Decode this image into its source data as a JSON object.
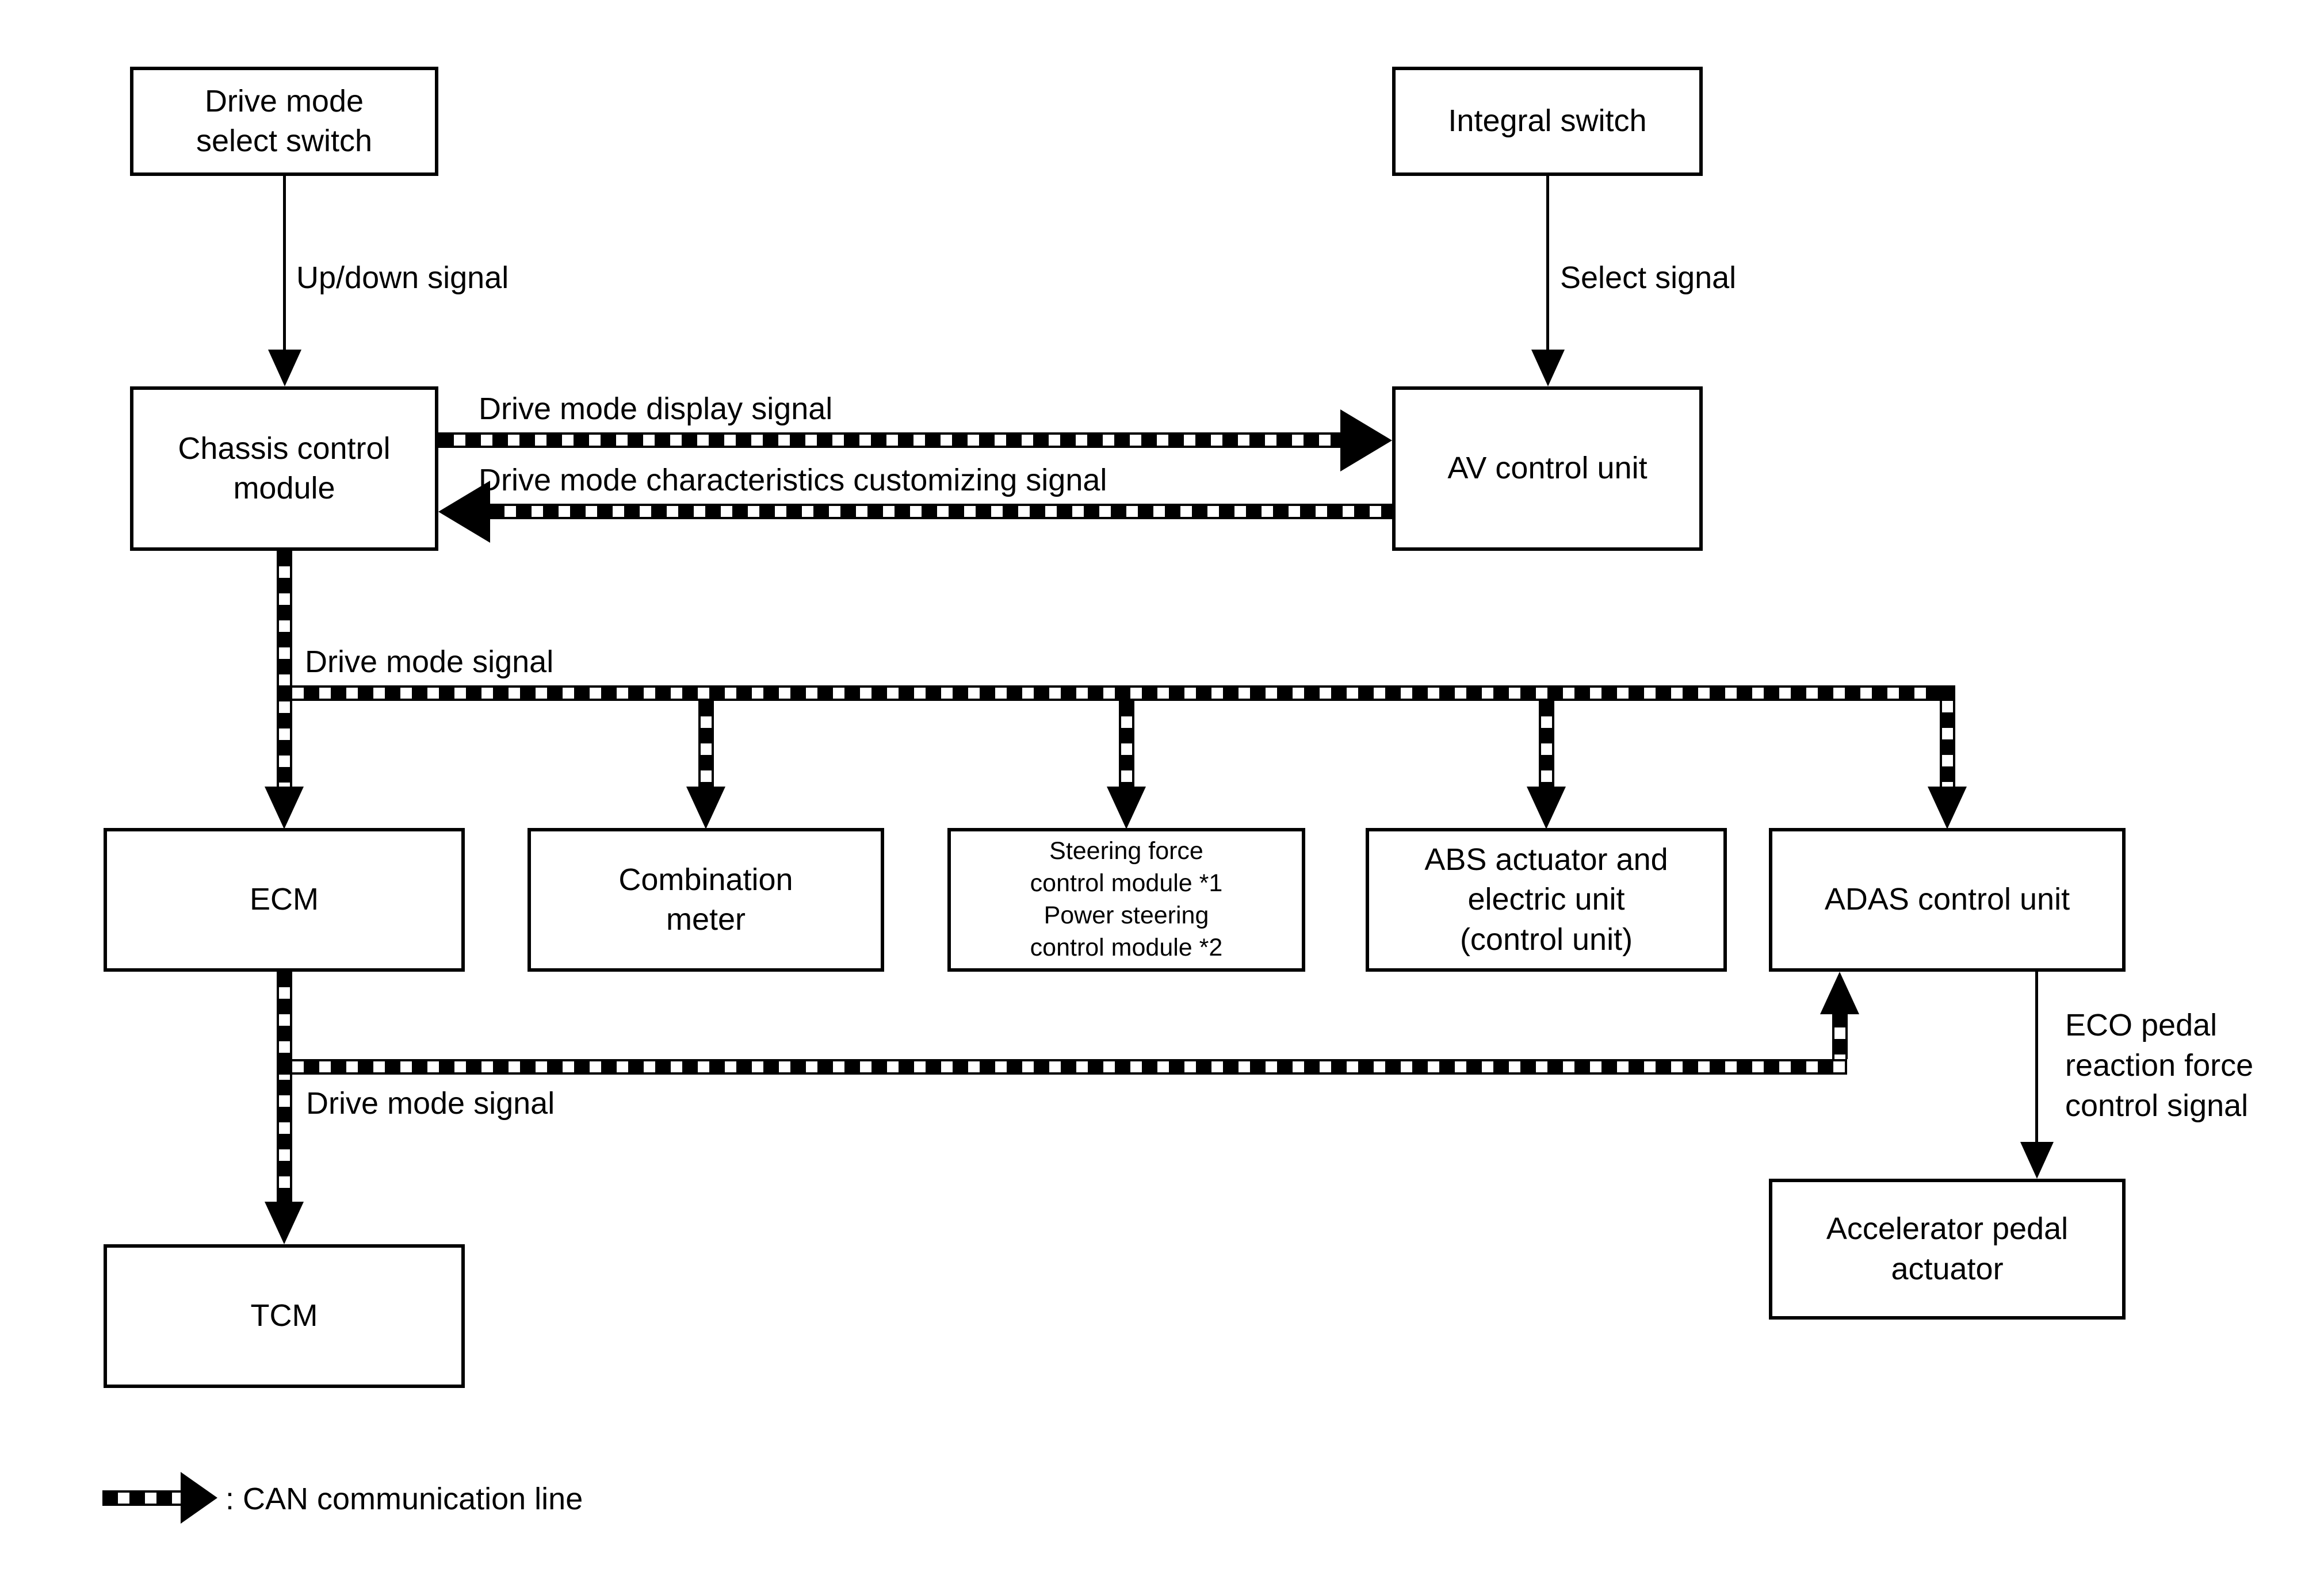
{
  "boxes": {
    "drive_mode_select_switch": "Drive mode\nselect switch",
    "integral_switch": "Integral switch",
    "chassis_control_module": "Chassis control\nmodule",
    "av_control_unit": "AV control unit",
    "ecm": "ECM",
    "combination_meter": "Combination\nmeter",
    "steering_force": "Steering force\ncontrol module *1\nPower steering\ncontrol module *2",
    "abs_actuator": "ABS actuator and\nelectric unit\n(control unit)",
    "adas_control_unit": "ADAS control unit",
    "tcm": "TCM",
    "accelerator_pedal_actuator": "Accelerator pedal\nactuator"
  },
  "signal_labels": {
    "up_down": "Up/down signal",
    "select": "Select signal",
    "drive_mode_display": "Drive mode display signal",
    "drive_mode_customizing": "Drive mode characteristics customizing signal",
    "drive_mode_bus1": "Drive mode signal",
    "drive_mode_bus2": "Drive mode signal",
    "eco_pedal": "ECO pedal\nreaction force\ncontrol signal"
  },
  "legend": {
    "label": ": CAN communication line"
  },
  "colors": {
    "line": "#000000",
    "background": "#ffffff"
  }
}
